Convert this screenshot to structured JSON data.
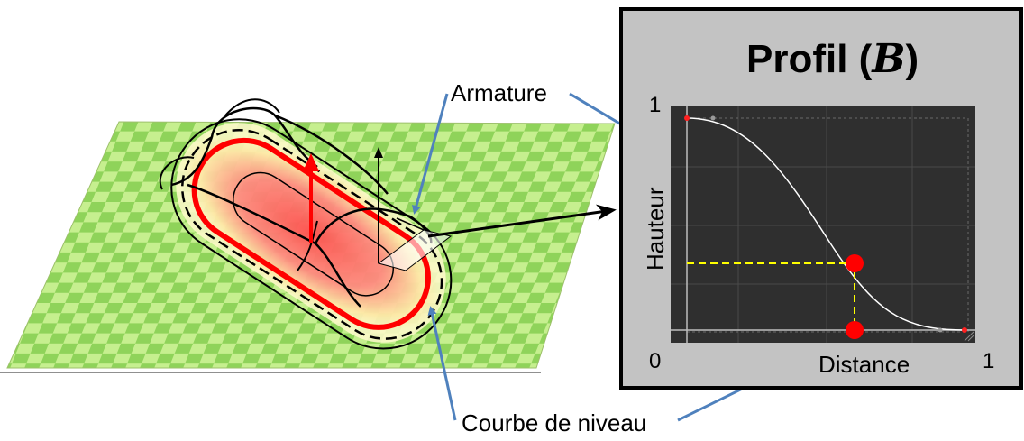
{
  "annotations": {
    "armature": "Armature",
    "contour": "Courbe de niveau"
  },
  "profile_panel": {
    "title_prefix": "Profil (",
    "title_symbol": "B",
    "title_suffix": ")",
    "y_axis_label": "Hauteur",
    "x_axis_label": "Distance",
    "y_max_tick": "1",
    "origin_tick": "0",
    "x_max_tick": "1"
  },
  "colors": {
    "panel_bg": "#c3c3c3",
    "graph_bg": "#2f2f2f",
    "curve": "#ffffff",
    "marker": "#ff0000",
    "guide": "#ffff00",
    "arrow": "#4f81bd",
    "ground_light": "#c6ef8f",
    "ground_dark": "#8fd35a",
    "contour_red": "#ff0000"
  }
}
